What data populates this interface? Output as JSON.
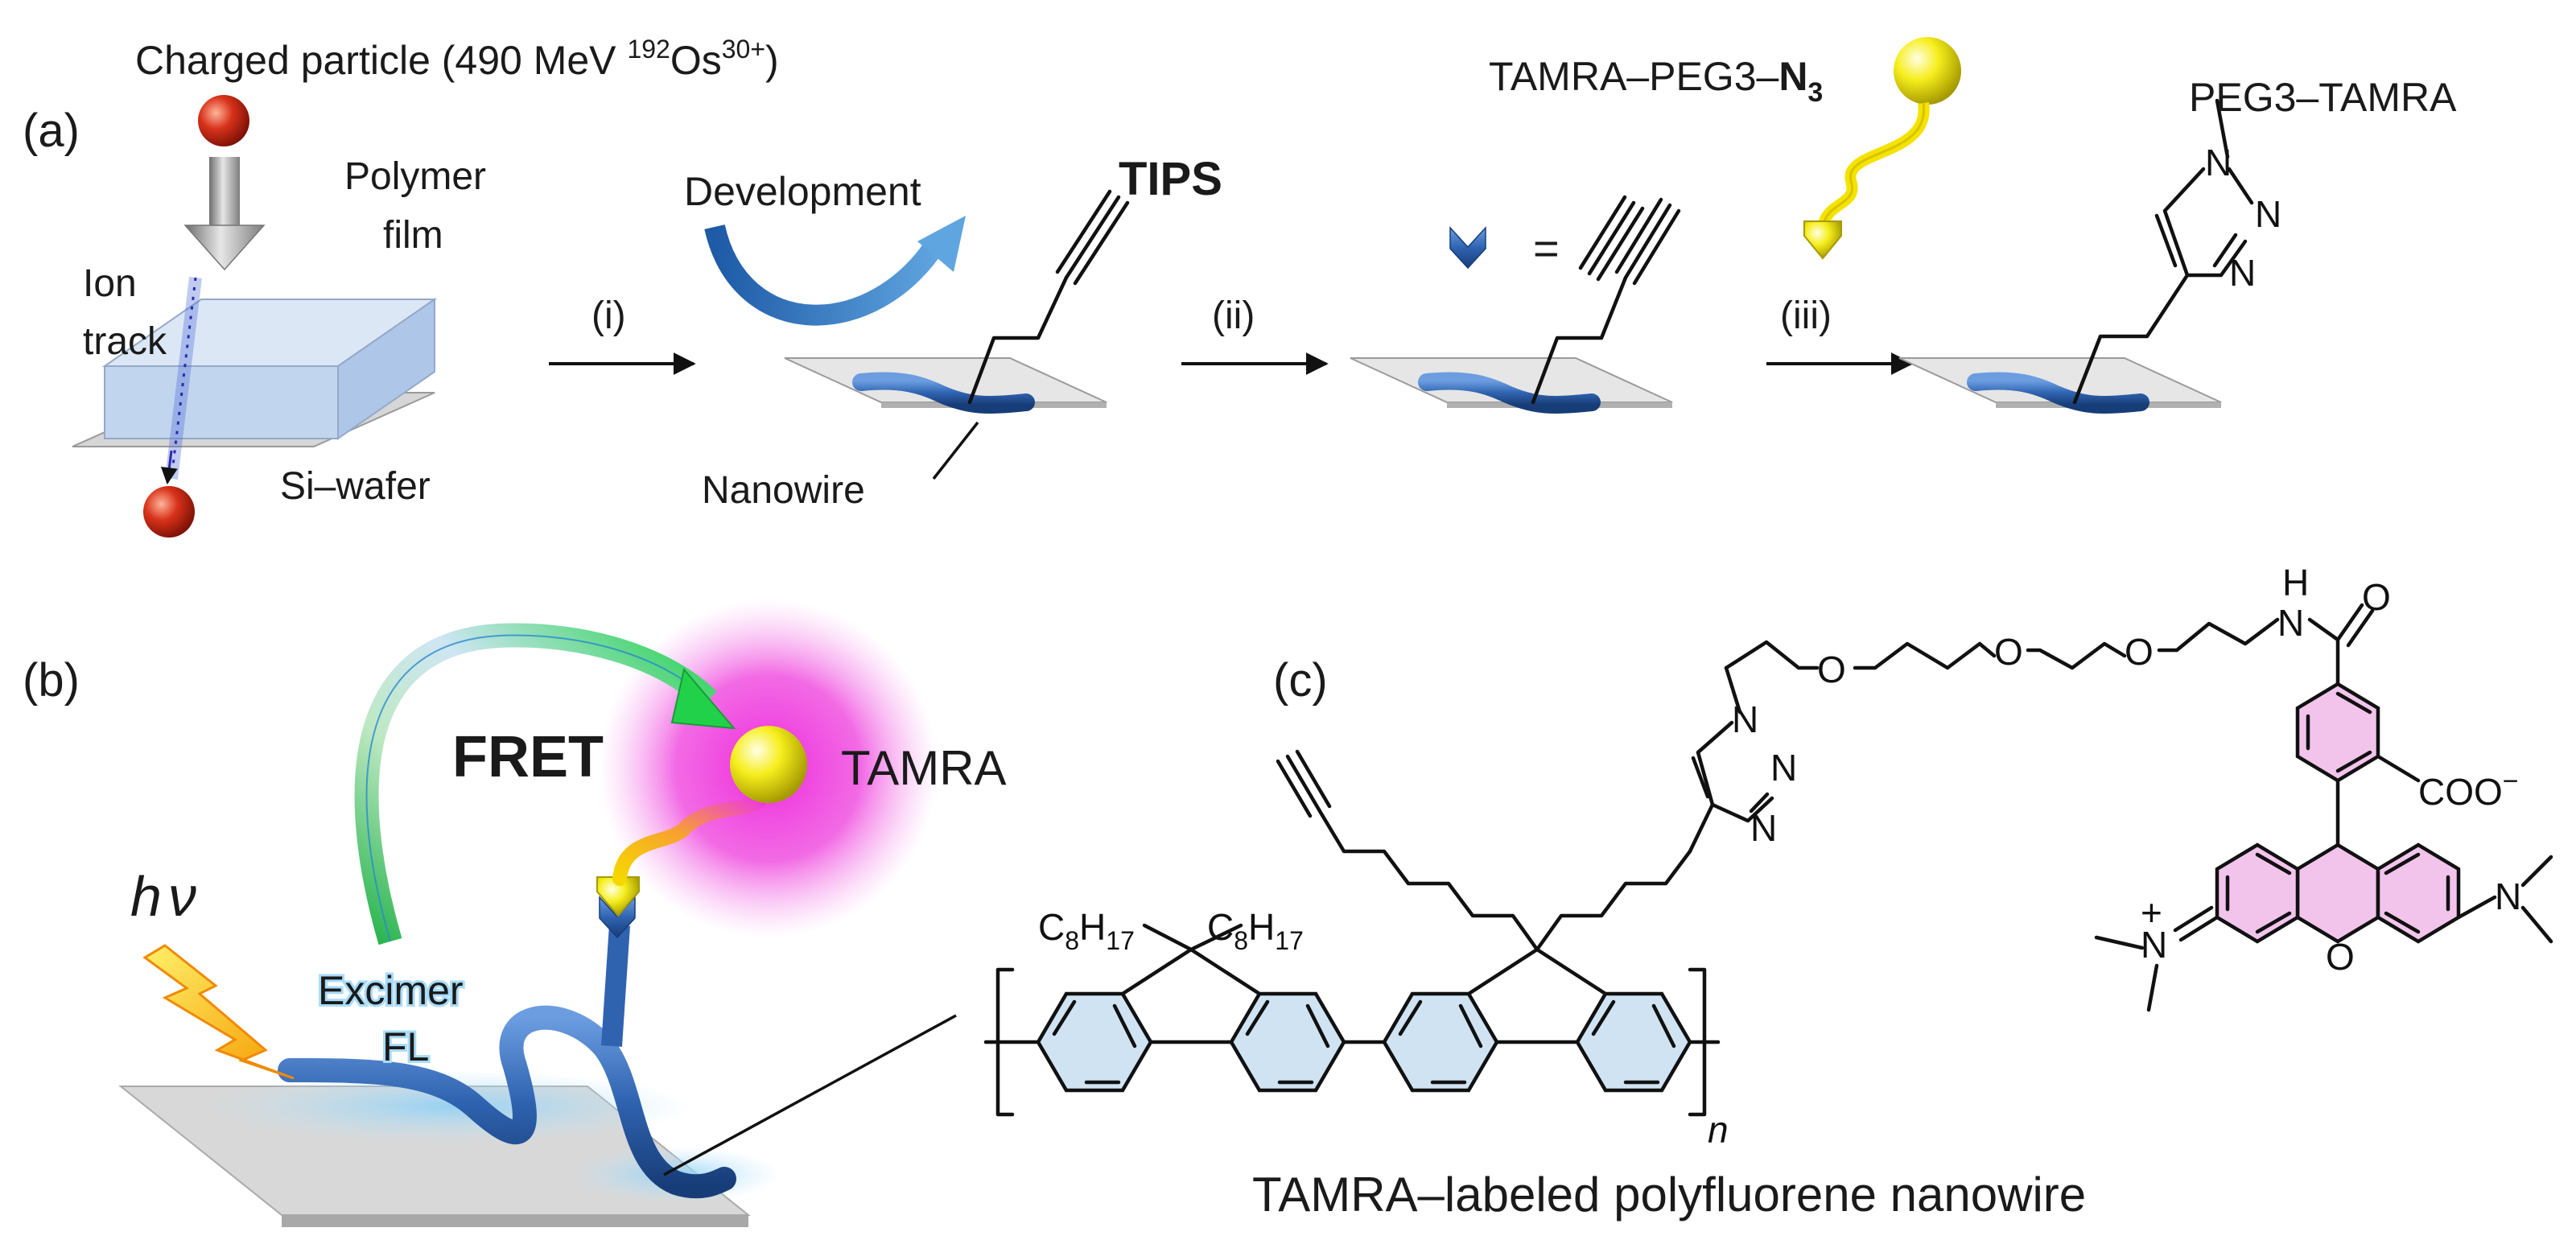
{
  "panel_a": {
    "label": "(a)",
    "charged_particle": {
      "prefix": "Charged particle (490 MeV ",
      "mass": "192",
      "element": "Os",
      "charge": "30+",
      "suffix": ")"
    },
    "polymer_film": [
      "Polymer",
      "film"
    ],
    "ion_track": [
      "Ion",
      "track"
    ],
    "si_wafer": "Si–wafer",
    "development": "Development",
    "tips": "TIPS",
    "nanowire": "Nanowire",
    "step_i": "(i)",
    "step_ii": "(ii)",
    "step_iii": "(iii)",
    "equals": "=",
    "reagent": {
      "prefix": "TAMRA–PEG3–",
      "n": "N",
      "sub": "3"
    },
    "product_label": "PEG3–TAMRA"
  },
  "panel_b": {
    "label": "(b)",
    "fret": "FRET",
    "tamra": "TAMRA",
    "hv_h": "h",
    "hv_nu": "ν",
    "excimer": [
      "Excimer",
      "FL"
    ]
  },
  "panel_c": {
    "label": "(c)",
    "c8h17": {
      "c": "C",
      "c_sub": "8",
      "h": "H",
      "h_sub": "17"
    },
    "n_sub": "n",
    "coo": "COO",
    "coo_charge": "−",
    "plus": "+",
    "atom_N": "N",
    "atom_O": "O",
    "atom_H": "H",
    "caption": "TAMRA–labeled polyfluorene nanowire"
  },
  "colors": {
    "nanowire_blue": "#2f63b0",
    "film_blue": "#c9d9ef",
    "bead_yellow": "#f2ea1a",
    "particle_red": "#d0321c",
    "tamra_magenta": "#ee2bdc",
    "ring_fill_blue": "#cfe3f3",
    "ring_fill_pink": "#f2c4ec",
    "wafer_gray": "#d8d8d8"
  }
}
